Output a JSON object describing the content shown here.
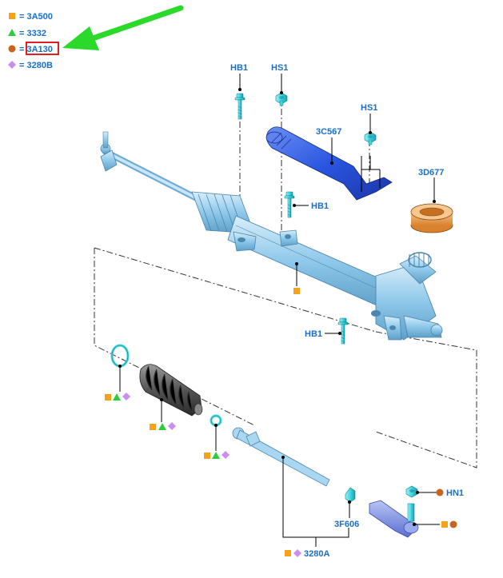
{
  "legend": [
    {
      "symbol": "square",
      "text": "= 3A500"
    },
    {
      "symbol": "triangle",
      "text": "= 3332"
    },
    {
      "symbol": "circle",
      "text": "= 3A130",
      "highlighted": true
    },
    {
      "symbol": "diamond",
      "text": "= 3280B"
    }
  ],
  "callouts": {
    "hb1_top": "HB1",
    "hs1_top": "HS1",
    "hs1_right": "HS1",
    "c3c567": "3C567",
    "d3d677": "3D677",
    "hb1_mid": "HB1",
    "hb1_low": "HB1",
    "hn1": "HN1",
    "f3f606": "3F606",
    "a3280a": "3280A"
  },
  "colors": {
    "square": "#f5a21b",
    "triangle": "#2ecc40",
    "circle": "#c8641e",
    "diamond": "#c98ef0",
    "label": "#1a6fc4",
    "highlight": "#e02020",
    "arrow": "#2bd92b",
    "rack": "#8ec8ea",
    "bolt": "#3fd6e0",
    "heatshield": "#2a55e0",
    "bearing": "#f0a450",
    "boot": "#555555",
    "tierod": "#a9d6f0",
    "tierod_end": "#7f93e6"
  },
  "icons": [
    "square-symbol-icon",
    "triangle-symbol-icon",
    "circle-symbol-icon",
    "diamond-symbol-icon",
    "green-arrow-icon"
  ]
}
